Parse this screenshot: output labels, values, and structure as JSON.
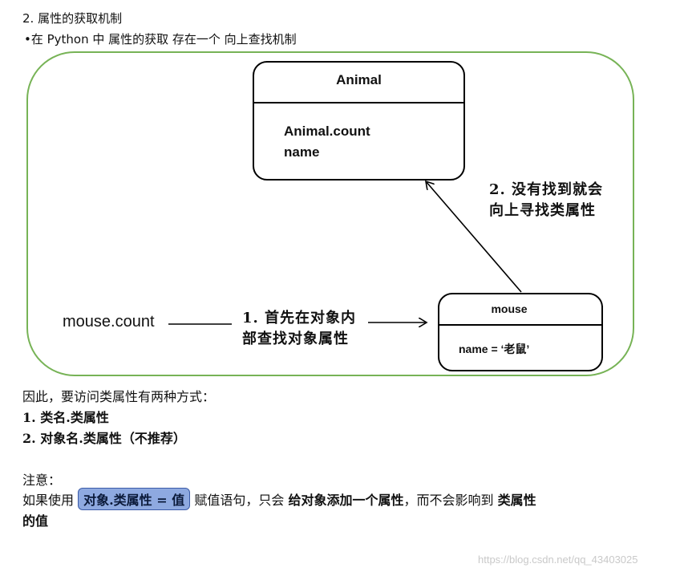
{
  "heading": "2.  属性的获取机制",
  "bullet": "•在 Python 中 属性的获取 存在一个 向上查找机制",
  "animal_box": {
    "title": "Animal",
    "attr1": "Animal.count",
    "attr2": "name"
  },
  "mouse_box": {
    "title": "mouse",
    "attr": "name = ‘老鼠’"
  },
  "expression": "mouse.count",
  "step1": {
    "line1": "1. 首先在对象内",
    "line2": "部查找对象属性"
  },
  "step2": {
    "line1": "2. 没有找到就会",
    "line2": "向上寻找类属性"
  },
  "conclusion": {
    "intro": "因此，要访问类属性有两种方式：",
    "way1": "1.  类名.类属性",
    "way2": "2.  对象名.类属性（不推荐）"
  },
  "note": {
    "label": "注意：",
    "prefix": "如果使用",
    "highlight": "对象.类属性  =  值",
    "middle": "赋值语句，只会",
    "bold1": "给对象添加一个属性",
    "comma": "，而不会影响到",
    "bold2": "类属性",
    "line2": "的值"
  },
  "watermark": "https://blog.csdn.net/qq_43403025",
  "colors": {
    "frame": "#77b356",
    "highlight": "#8ea9e0"
  }
}
